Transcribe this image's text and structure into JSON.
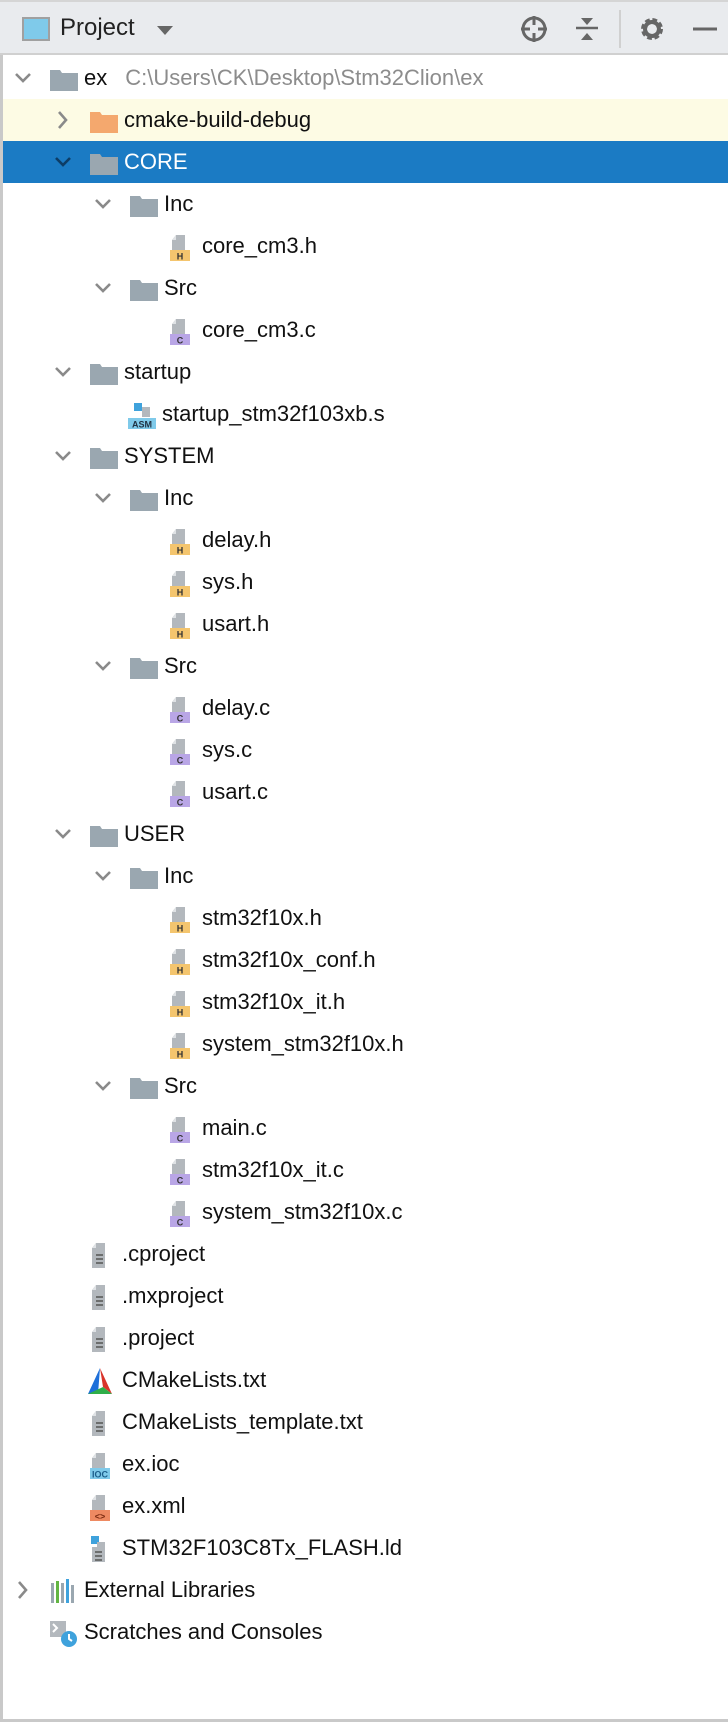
{
  "header": {
    "title": "Project",
    "icons": [
      "project-view-icon",
      "dropdown-icon",
      "locate-icon",
      "collapse-all-icon",
      "gear-icon",
      "minimize-icon"
    ]
  },
  "colors": {
    "selection": "#1b7bc4",
    "highlight": "#fdfbe4",
    "folder": "#9aa7b0",
    "excluded_folder": "#f4a86e",
    "h_badge": "#f4c56e",
    "c_badge": "#b9a6e6"
  },
  "tree": [
    {
      "label": "ex",
      "path": "C:\\Users\\CK\\Desktop\\Stm32Clion\\ex",
      "level": 0,
      "type": "folder",
      "chev": "down"
    },
    {
      "label": "cmake-build-debug",
      "level": 1,
      "type": "folder-orange",
      "chev": "right",
      "hl": true
    },
    {
      "label": "CORE",
      "level": 1,
      "type": "folder",
      "chev": "down",
      "sel": true
    },
    {
      "label": "Inc",
      "level": 2,
      "type": "folder",
      "chev": "down"
    },
    {
      "label": "core_cm3.h",
      "level": 3,
      "type": "h"
    },
    {
      "label": "Src",
      "level": 2,
      "type": "folder",
      "chev": "down"
    },
    {
      "label": "core_cm3.c",
      "level": 3,
      "type": "c"
    },
    {
      "label": "startup",
      "level": 1,
      "type": "folder",
      "chev": "down"
    },
    {
      "label": "startup_stm32f103xb.s",
      "level": 2,
      "type": "asm"
    },
    {
      "label": "SYSTEM",
      "level": 1,
      "type": "folder",
      "chev": "down"
    },
    {
      "label": "Inc",
      "level": 2,
      "type": "folder",
      "chev": "down"
    },
    {
      "label": "delay.h",
      "level": 3,
      "type": "h"
    },
    {
      "label": "sys.h",
      "level": 3,
      "type": "h"
    },
    {
      "label": "usart.h",
      "level": 3,
      "type": "h"
    },
    {
      "label": "Src",
      "level": 2,
      "type": "folder",
      "chev": "down"
    },
    {
      "label": "delay.c",
      "level": 3,
      "type": "c"
    },
    {
      "label": "sys.c",
      "level": 3,
      "type": "c"
    },
    {
      "label": "usart.c",
      "level": 3,
      "type": "c"
    },
    {
      "label": "USER",
      "level": 1,
      "type": "folder",
      "chev": "down"
    },
    {
      "label": "Inc",
      "level": 2,
      "type": "folder",
      "chev": "down"
    },
    {
      "label": "stm32f10x.h",
      "level": 3,
      "type": "h"
    },
    {
      "label": "stm32f10x_conf.h",
      "level": 3,
      "type": "h"
    },
    {
      "label": "stm32f10x_it.h",
      "level": 3,
      "type": "h"
    },
    {
      "label": "system_stm32f10x.h",
      "level": 3,
      "type": "h"
    },
    {
      "label": "Src",
      "level": 2,
      "type": "folder",
      "chev": "down"
    },
    {
      "label": "main.c",
      "level": 3,
      "type": "c"
    },
    {
      "label": "stm32f10x_it.c",
      "level": 3,
      "type": "c"
    },
    {
      "label": "system_stm32f10x.c",
      "level": 3,
      "type": "c"
    },
    {
      "label": ".cproject",
      "level": 1,
      "type": "text"
    },
    {
      "label": ".mxproject",
      "level": 1,
      "type": "text"
    },
    {
      "label": ".project",
      "level": 1,
      "type": "text"
    },
    {
      "label": "CMakeLists.txt",
      "level": 1,
      "type": "cmake"
    },
    {
      "label": "CMakeLists_template.txt",
      "level": 1,
      "type": "text"
    },
    {
      "label": "ex.ioc",
      "level": 1,
      "type": "ioc"
    },
    {
      "label": "ex.xml",
      "level": 1,
      "type": "xml"
    },
    {
      "label": "STM32F103C8Tx_FLASH.ld",
      "level": 1,
      "type": "ld"
    },
    {
      "label": "External Libraries",
      "level": 0,
      "type": "libs",
      "chev": "right"
    },
    {
      "label": "Scratches and Consoles",
      "level": 0,
      "type": "scratch"
    }
  ]
}
